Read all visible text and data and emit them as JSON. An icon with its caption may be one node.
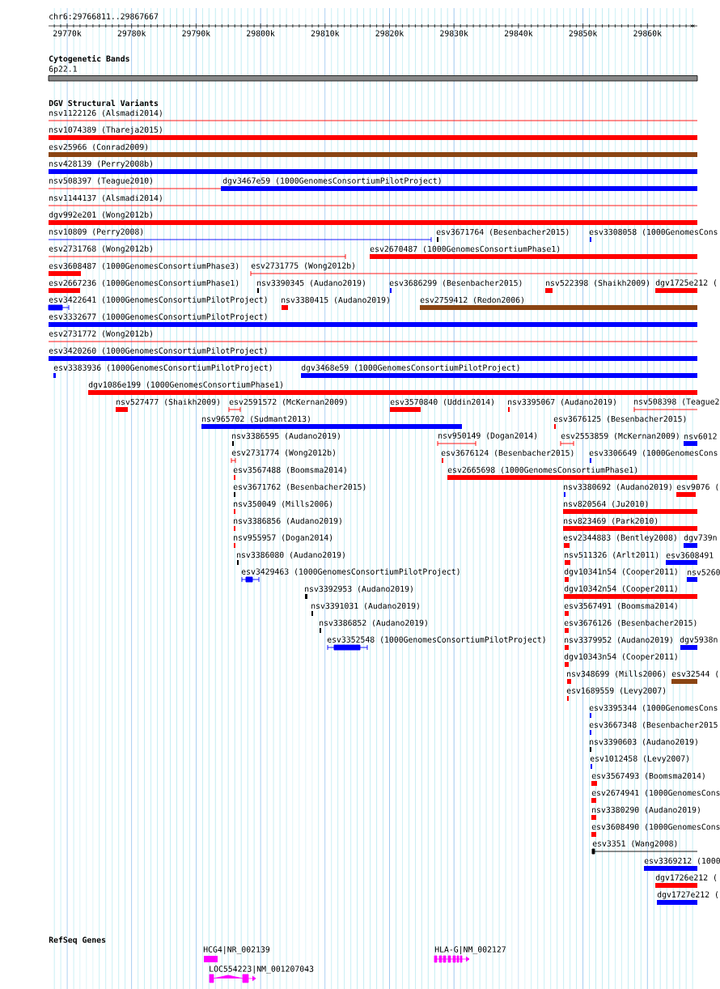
{
  "diagram": {
    "labels": [
      "chr6:29766811..29867667",
      "29770k",
      "29780k",
      "29790k",
      "29800k",
      "29810k",
      "29820k",
      "29830k",
      "29840k",
      "29850k",
      "29860k",
      "Cytogenetic Bands",
      "6p22.1",
      "DGV Structural Variants",
      "nsv1122126 (Alsmadi2014)",
      "nsv1074389 (Thareja2015)",
      "esv25966 (Conrad2009)",
      "nsv428139 (Perry2008b)",
      "nsv508397 (Teague2010)",
      "dgv3467e59 (1000GenomesConsortiumPilotProject)",
      "nsv1144137 (Alsmadi2014)",
      "dgv992e201 (Wong2012b)",
      "nsv10809 (Perry2008)",
      "esv3671764 (Besenbacher2015)",
      "esv3308058 (1000GenomesCons",
      "esv2731768 (Wong2012b)",
      "esv2670487 (1000GenomesConsortiumPhase1)",
      "esv3608487 (1000GenomesConsortiumPhase3)",
      "esv2731775 (Wong2012b)",
      "esv2667236 (1000GenomesConsortiumPhase1)",
      "nsv3390345 (Audano2019)",
      "esv3686299 (Besenbacher2015)",
      "nsv522398 (Shaikh2009)",
      "dgv1725e212 (",
      "esv3422641 (1000GenomesConsortiumPilotProject)",
      "nsv3380415 (Audano2019)",
      "esv2759412 (Redon2006)",
      "esv3332677 (1000GenomesConsortiumPilotProject)",
      "esv2731772 (Wong2012b)",
      "esv3420260 (1000GenomesConsortiumPilotProject)",
      "esv3383936 (1000GenomesConsortiumPilotProject)",
      "dgv3468e59 (1000GenomesConsortiumPilotProject)",
      "dgv1086e199 (1000GenomesConsortiumPhase1)",
      "nsv527477 (Shaikh2009)",
      "esv2591572 (McKernan2009)",
      "esv3570840 (Uddin2014)",
      "nsv3395067 (Audano2019)",
      "nsv508398 (Teague2",
      "nsv965702 (Sudmant2013)",
      "esv3676125 (Besenbacher2015)",
      "nsv3386595 (Audano2019)",
      "nsv950149 (Dogan2014)",
      "esv2553859 (McKernan2009)",
      "nsv6012",
      "esv2731774 (Wong2012b)",
      "esv3676124 (Besenbacher2015)",
      "esv3306649 (1000GenomesCons",
      "esv3567488 (Boomsma2014)",
      "esv2665698 (1000GenomesConsortiumPhase1)",
      "esv3671762 (Besenbacher2015)",
      "nsv3380692 (Audano2019)",
      "esv9076 (",
      "nsv350049 (Mills2006)",
      "nsv820564 (Ju2010)",
      "nsv3386856 (Audano2019)",
      "nsv823469 (Park2010)",
      "nsv955957 (Dogan2014)",
      "esv2344883 (Bentley2008)",
      "dgv739n",
      "nsv3386080 (Audano2019)",
      "nsv511326 (Arlt2011)",
      "esv3608491",
      "esv3429463 (1000GenomesConsortiumPilotProject)",
      "dgv10341n54 (Cooper2011)",
      "nsv5260",
      "nsv3392953 (Audano2019)",
      "dgv10342n54 (Cooper2011)",
      "nsv3391031 (Audano2019)",
      "esv3567491 (Boomsma2014)",
      "nsv3386852 (Audano2019)",
      "esv3676126 (Besenbacher2015)",
      "esv3352548 (1000GenomesConsortiumPilotProject)",
      "nsv3379952 (Audano2019)",
      "dgv5938n",
      "dgv10343n54 (Cooper2011)",
      "nsv348699 (Mills2006)",
      "esv32544 (",
      "esv1689559 (Levy2007)",
      "esv3395344 (1000GenomesCons",
      "esv3667348 (Besenbacher2015",
      "nsv3390603 (Audano2019)",
      "esv1012458 (Levy2007)",
      "esv3567493 (Boomsma2014)",
      "esv2674941 (1000GenomesCons",
      "nsv3380290 (Audano2019)",
      "esv3608490 (1000GenomesCons",
      "esv3351 (Wang2008)",
      "esv3369212 (1000",
      "dgv1726e212 (",
      "dgv1727e212 (",
      "RefSeq Genes",
      "HCG4|NR_002139",
      "HLA-G|NM_002127",
      "LOC554223|NM_001207043"
    ]
  }
}
